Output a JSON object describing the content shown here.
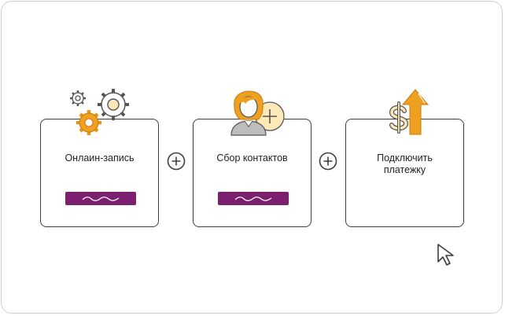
{
  "cards": [
    {
      "title": "Онлаин-запись",
      "button_icon": "squiggle-icon",
      "header_icon": "gears-icon"
    },
    {
      "title": "Сбор контактов",
      "button_icon": "squiggle-icon",
      "header_icon": "person-add-icon"
    },
    {
      "title": "Подключить платежку",
      "header_icon": "dollar-arrow-up-icon"
    }
  ],
  "connectors": [
    "plus-circle-icon",
    "plus-circle-icon"
  ],
  "colors": {
    "accent_orange": "#f0a020",
    "button_purple": "#7b1f6e",
    "border": "#3d3d3d"
  },
  "cursor_icon": "mouse-pointer-icon"
}
